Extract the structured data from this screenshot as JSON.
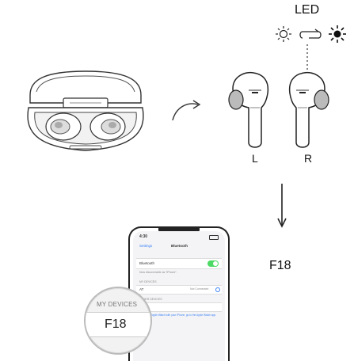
{
  "led": {
    "label": "LED",
    "sequence": [
      "sun-dim-icon",
      "cycle-icon",
      "sun-bright-icon"
    ]
  },
  "earbuds": {
    "left_label": "L",
    "right_label": "R"
  },
  "device_name": "F18",
  "phone": {
    "status_time": "4:30",
    "nav_back": "Settings",
    "nav_title": "Bluetooth",
    "bluetooth_row": "Bluetooth",
    "bluetooth_on": true,
    "row_discoverable": "Now discoverable as \"iPhone\".",
    "section_my_devices": "MY DEVICES",
    "device_row_1": "AT",
    "device_row_1_status": "Not Connected",
    "section_other": "OTHER DEVICES",
    "footer_note": "To pair an Apple Watch with your iPhone, go to the Apple Watch app.",
    "toggle_color": "#4cd964",
    "accent_color": "#3b82f6"
  },
  "magnifier": {
    "section_label": "MY DEVICES",
    "device_label": "F18"
  }
}
